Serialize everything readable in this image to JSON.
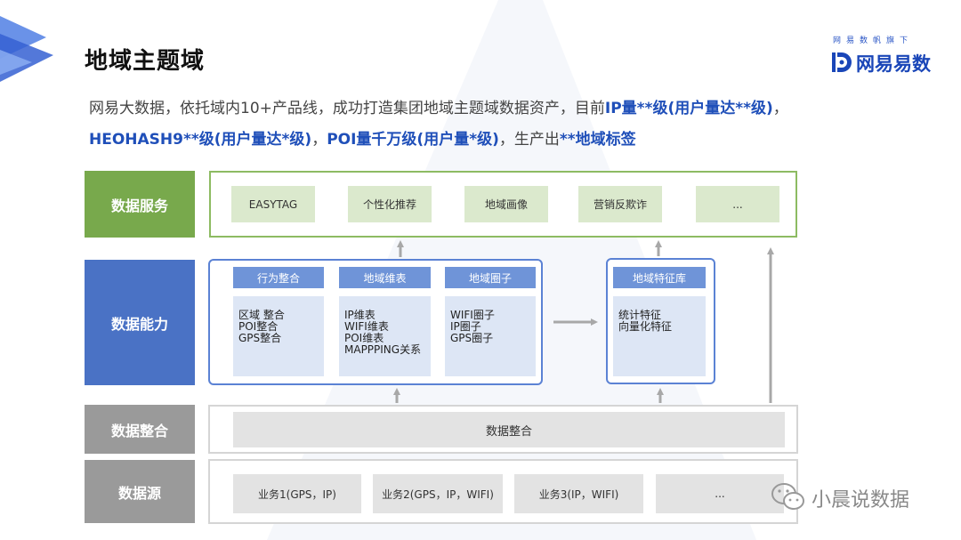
{
  "title": "地域主题域",
  "brand": {
    "small": "网易数帆旗下",
    "name": "网易易数",
    "color": "#1a46b8"
  },
  "description": {
    "line1": [
      {
        "text": "网易大数据，依托域内10+产品线，成功打造集团地域主题域数据资产，目前",
        "hl": false
      },
      {
        "text": "IP量**级(用户量达**级)",
        "hl": true
      },
      {
        "text": "，",
        "hl": false
      }
    ],
    "line2": [
      {
        "text": "HEOHASH9**级(用户量达*级)",
        "hl": true
      },
      {
        "text": "，",
        "hl": false
      },
      {
        "text": "POI量千万级(用户量*级)",
        "hl": true
      },
      {
        "text": "，生产出",
        "hl": false
      },
      {
        "text": "**地域标签",
        "hl": true
      }
    ]
  },
  "layers": {
    "service": "数据服务",
    "ability": "数据能力",
    "integrate": "数据整合",
    "source": "数据源"
  },
  "services": [
    "EASYTAG",
    "个性化推荐",
    "地域画像",
    "营销反欺诈",
    "..."
  ],
  "ability_columns": [
    {
      "header": "行为整合",
      "items": [
        "区域 整合",
        "POI整合",
        "GPS整合"
      ]
    },
    {
      "header": "地域维表",
      "items": [
        "IP维表",
        "WIFI维表",
        "POI维表",
        "MAPPPING关系"
      ]
    },
    {
      "header": "地域圈子",
      "items": [
        "WIFI圈子",
        "IP圈子",
        "GPS圈子"
      ]
    },
    {
      "header": "地域特征库",
      "items": [
        "统计特征",
        "向量化特征"
      ]
    }
  ],
  "integration_bar": "数据整合",
  "sources": [
    "业务1(GPS，IP)",
    "业务2(GPS，IP，WIFI)",
    "业务3(IP，WIFI)",
    "..."
  ],
  "watermark": "小晨说数据",
  "colors": {
    "service_green": "#78a94c",
    "ability_blue": "#4a72c5",
    "neutral_gray": "#9a9a9a",
    "highlight_blue": "#1f4fb9"
  }
}
